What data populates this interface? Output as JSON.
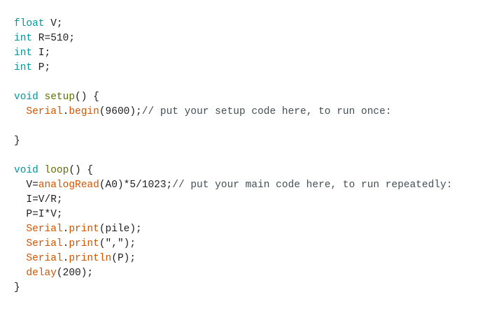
{
  "colors": {
    "keyword": "#00979c",
    "function": "#5e6d03",
    "library": "#d35400",
    "comment": "#434f54",
    "text": "#1e1e1e"
  },
  "code_lines": [
    [
      [
        "kw",
        "float"
      ],
      [
        "tx",
        " V;"
      ]
    ],
    [
      [
        "kw",
        "int"
      ],
      [
        "tx",
        " R=510;"
      ]
    ],
    [
      [
        "kw",
        "int"
      ],
      [
        "tx",
        " I;"
      ]
    ],
    [
      [
        "kw",
        "int"
      ],
      [
        "tx",
        " P;"
      ]
    ],
    [],
    [
      [
        "kw",
        "void"
      ],
      [
        "tx",
        " "
      ],
      [
        "fn",
        "setup"
      ],
      [
        "tx",
        "() {"
      ]
    ],
    [
      [
        "tx",
        "  "
      ],
      [
        "lib",
        "Serial"
      ],
      [
        "tx",
        "."
      ],
      [
        "lib",
        "begin"
      ],
      [
        "tx",
        "(9600);"
      ],
      [
        "cm",
        "// put your setup code here, to run once:"
      ]
    ],
    [],
    [
      [
        "tx",
        "}"
      ]
    ],
    [],
    [
      [
        "kw",
        "void"
      ],
      [
        "tx",
        " "
      ],
      [
        "fn",
        "loop"
      ],
      [
        "tx",
        "() {"
      ]
    ],
    [
      [
        "tx",
        "  V="
      ],
      [
        "lib",
        "analogRead"
      ],
      [
        "tx",
        "(A0)*5/1023;"
      ],
      [
        "cm",
        "// put your main code here, to run repeatedly:"
      ]
    ],
    [
      [
        "tx",
        "  I=V/R;"
      ]
    ],
    [
      [
        "tx",
        "  P=I*V;"
      ]
    ],
    [
      [
        "tx",
        "  "
      ],
      [
        "lib",
        "Serial"
      ],
      [
        "tx",
        "."
      ],
      [
        "lib",
        "print"
      ],
      [
        "tx",
        "(pile);"
      ]
    ],
    [
      [
        "tx",
        "  "
      ],
      [
        "lib",
        "Serial"
      ],
      [
        "tx",
        "."
      ],
      [
        "lib",
        "print"
      ],
      [
        "tx",
        "(\",\");"
      ]
    ],
    [
      [
        "tx",
        "  "
      ],
      [
        "lib",
        "Serial"
      ],
      [
        "tx",
        "."
      ],
      [
        "lib",
        "println"
      ],
      [
        "tx",
        "(P);"
      ]
    ],
    [
      [
        "tx",
        "  "
      ],
      [
        "lib",
        "delay"
      ],
      [
        "tx",
        "(200);"
      ]
    ],
    [
      [
        "tx",
        "}"
      ]
    ]
  ]
}
